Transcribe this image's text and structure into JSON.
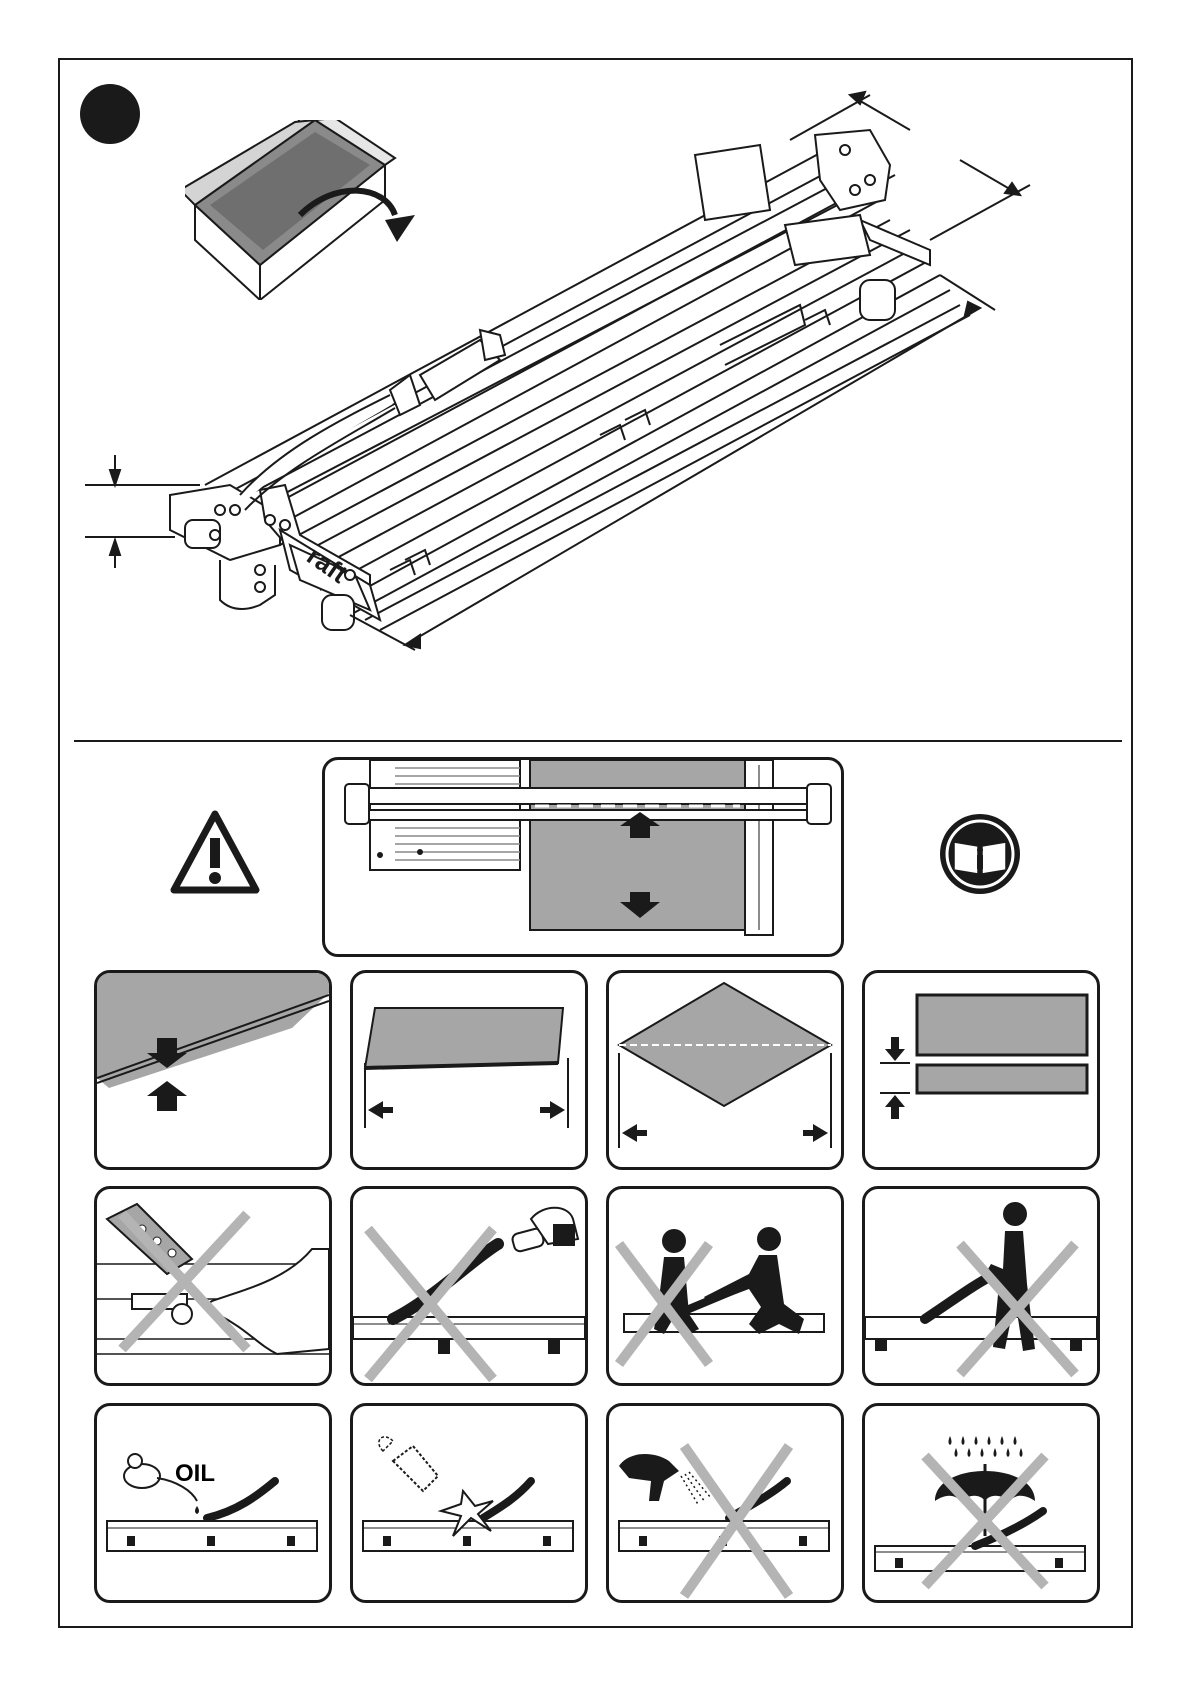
{
  "colors": {
    "ink": "#1a1a1a",
    "panel_gray": "#a6a6a6",
    "cross_gray": "#b4b4b4",
    "white": "#ffffff"
  },
  "header": {
    "step_marker_icon": "black-circle-step-marker"
  },
  "overview": {
    "box_icon": "open-cardboard-box-icon",
    "machine_icon": "tile-cutter-machine-drawing",
    "brand_fragment": "raft"
  },
  "warnings_row": {
    "left_icon": "warning-triangle-icon",
    "center_icon": "cutting-adjustment-diagram",
    "right_icon": "read-manual-icon"
  },
  "tiles_row": [
    {
      "icon": "tile-thickness-icon"
    },
    {
      "icon": "tile-length-icon"
    },
    {
      "icon": "tile-diagonal-length-icon"
    },
    {
      "icon": "min-strip-width-icon"
    }
  ],
  "prohibited_row": [
    {
      "icon": "no-hand-near-wheel-icon"
    },
    {
      "icon": "no-hammering-handle-icon"
    },
    {
      "icon": "no-two-person-operation-icon"
    },
    {
      "icon": "no-standing-on-cutter-icon"
    }
  ],
  "maintenance_row": [
    {
      "icon": "oil-maintenance-icon",
      "label": "OIL"
    },
    {
      "icon": "no-impact-icon"
    },
    {
      "icon": "no-pressure-wash-icon"
    },
    {
      "icon": "no-rain-exposure-icon"
    }
  ]
}
